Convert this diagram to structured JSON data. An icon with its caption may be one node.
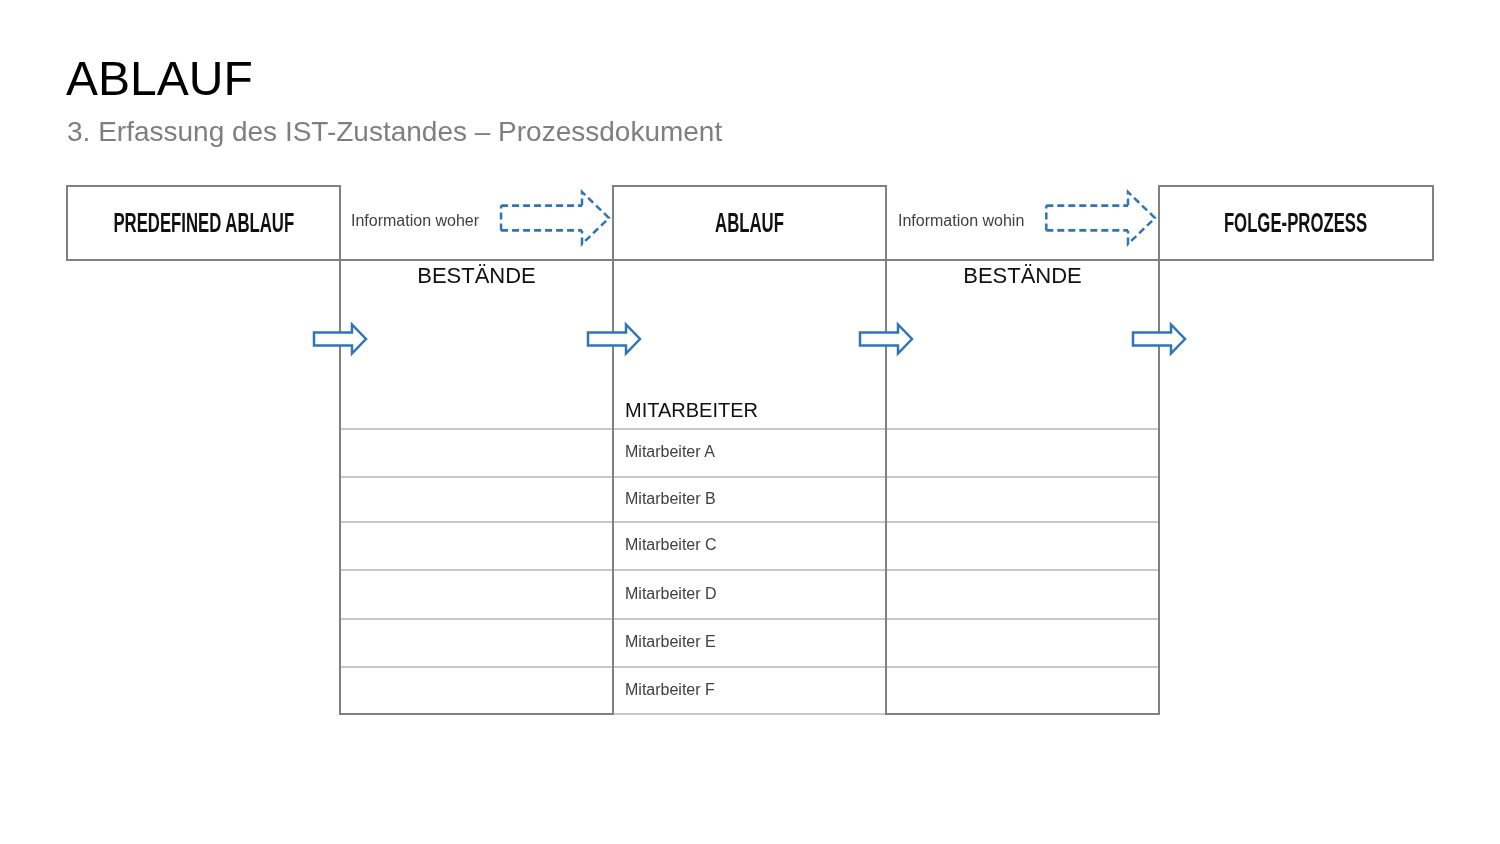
{
  "diagram": {
    "title": "ABLAUF",
    "nodes": [
      {
        "text": [
          "PREDEFINED ABLAUF"
        ]
      },
      {
        "text": [
          "Information woher"
        ]
      },
      {
        "text": [
          "ABLAUF"
        ]
      },
      {
        "text": [
          "Information wohin"
        ]
      },
      {
        "text": [
          "FOLGE-PROZESS"
        ]
      },
      {
        "text": [
          "BESTÄNDE"
        ]
      },
      {
        "text": [],
        "shape": "box",
        "in": 5
      },
      {
        "text": [],
        "shape": "box",
        "in": 5
      },
      {
        "text": [],
        "shape": "box",
        "in": 5
      },
      {
        "text": [],
        "shape": "box",
        "in": 5
      },
      {
        "text": [],
        "shape": "box",
        "in": 5
      },
      {
        "text": [],
        "shape": "box",
        "in": 5
      },
      {
        "text": [
          "MITARBEITER"
        ]
      },
      {
        "text": [
          "Mitarbeiter A"
        ],
        "in": 12
      },
      {
        "text": [
          "Mitarbeiter B"
        ],
        "in": 12
      },
      {
        "text": [
          "Mitarbeiter C"
        ],
        "in": 12
      },
      {
        "text": [
          "Mitarbeiter D"
        ],
        "in": 12
      },
      {
        "text": [
          "Mitarbeiter E"
        ],
        "in": 12
      },
      {
        "text": [
          "Mitarbeiter F"
        ],
        "in": 12
      },
      {
        "text": [
          "BESTÄNDE"
        ]
      },
      {
        "text": [],
        "shape": "box",
        "in": 19
      },
      {
        "text": [],
        "shape": "box",
        "in": 19
      },
      {
        "text": [],
        "shape": "box",
        "in": 19
      },
      {
        "text": [],
        "shape": "box",
        "in": 19
      },
      {
        "text": [],
        "shape": "box",
        "in": 19
      },
      {
        "text": [],
        "shape": "box",
        "in": 19
      }
    ],
    "edges": [
      {
        "from": 1,
        "to": 2,
        "arrow": "to",
        "style": "dashed"
      },
      {
        "from": 3,
        "to": 4,
        "arrow": "to",
        "style": "dashed"
      }
    ],
    "labels": [
      "3. Erfassung des IST-Zustandes – Prozessdokument"
    ]
  }
}
